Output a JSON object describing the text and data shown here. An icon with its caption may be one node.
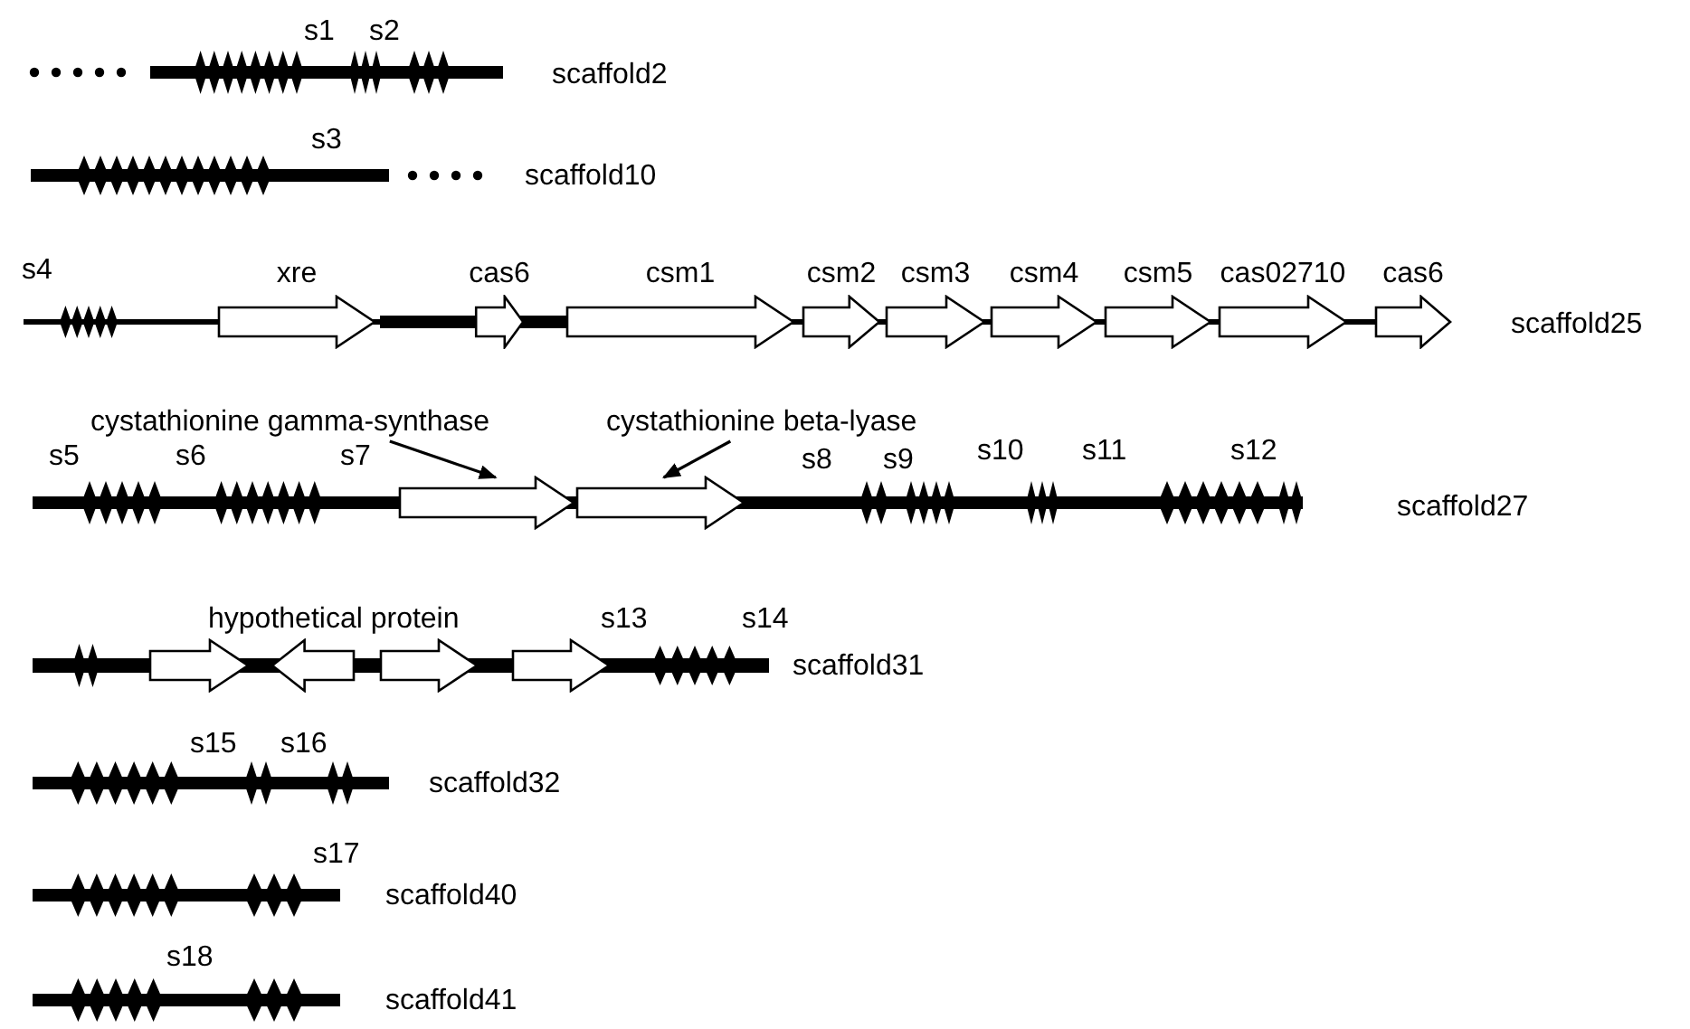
{
  "diagram": {
    "nodes": [
      {
        "text": [
          "xre"
        ]
      },
      {
        "text": [
          "cas6"
        ]
      },
      {
        "text": [
          "csm1"
        ]
      },
      {
        "text": [
          "csm2"
        ]
      },
      {
        "text": [
          "csm3"
        ]
      },
      {
        "text": [
          "csm4"
        ]
      },
      {
        "text": [
          "csm5"
        ]
      },
      {
        "text": [
          "cas02710"
        ]
      },
      {
        "text": [
          "cas6"
        ]
      },
      {
        "text": [
          "cystathionine gamma-synthase"
        ]
      },
      {
        "text": [],
        "shape": "arrow"
      },
      {
        "text": [
          "cystathionine beta-lyase"
        ]
      },
      {
        "text": [],
        "shape": "arrow"
      },
      {
        "text": [],
        "shape": "arrow"
      },
      {
        "text": [],
        "shape": "arrow"
      },
      {
        "text": [],
        "shape": "arrow"
      },
      {
        "text": [],
        "shape": "arrow"
      }
    ],
    "edges": [
      {
        "from": 9,
        "to": 10,
        "arrow": "to"
      },
      {
        "from": 11,
        "to": 12,
        "arrow": "to"
      }
    ],
    "labels": [
      "s1",
      "s2",
      "scaffold2",
      "s3",
      "scaffold10",
      "s4",
      "scaffold25",
      "s5",
      "s6",
      "s7",
      "s8",
      "s9",
      "s10",
      "s11",
      "s12",
      "scaffold27",
      "hypothetical protein",
      "s13",
      "s14",
      "scaffold31",
      "s15",
      "s16",
      "scaffold32",
      "s17",
      "scaffold40",
      "s18",
      "scaffold41"
    ]
  }
}
